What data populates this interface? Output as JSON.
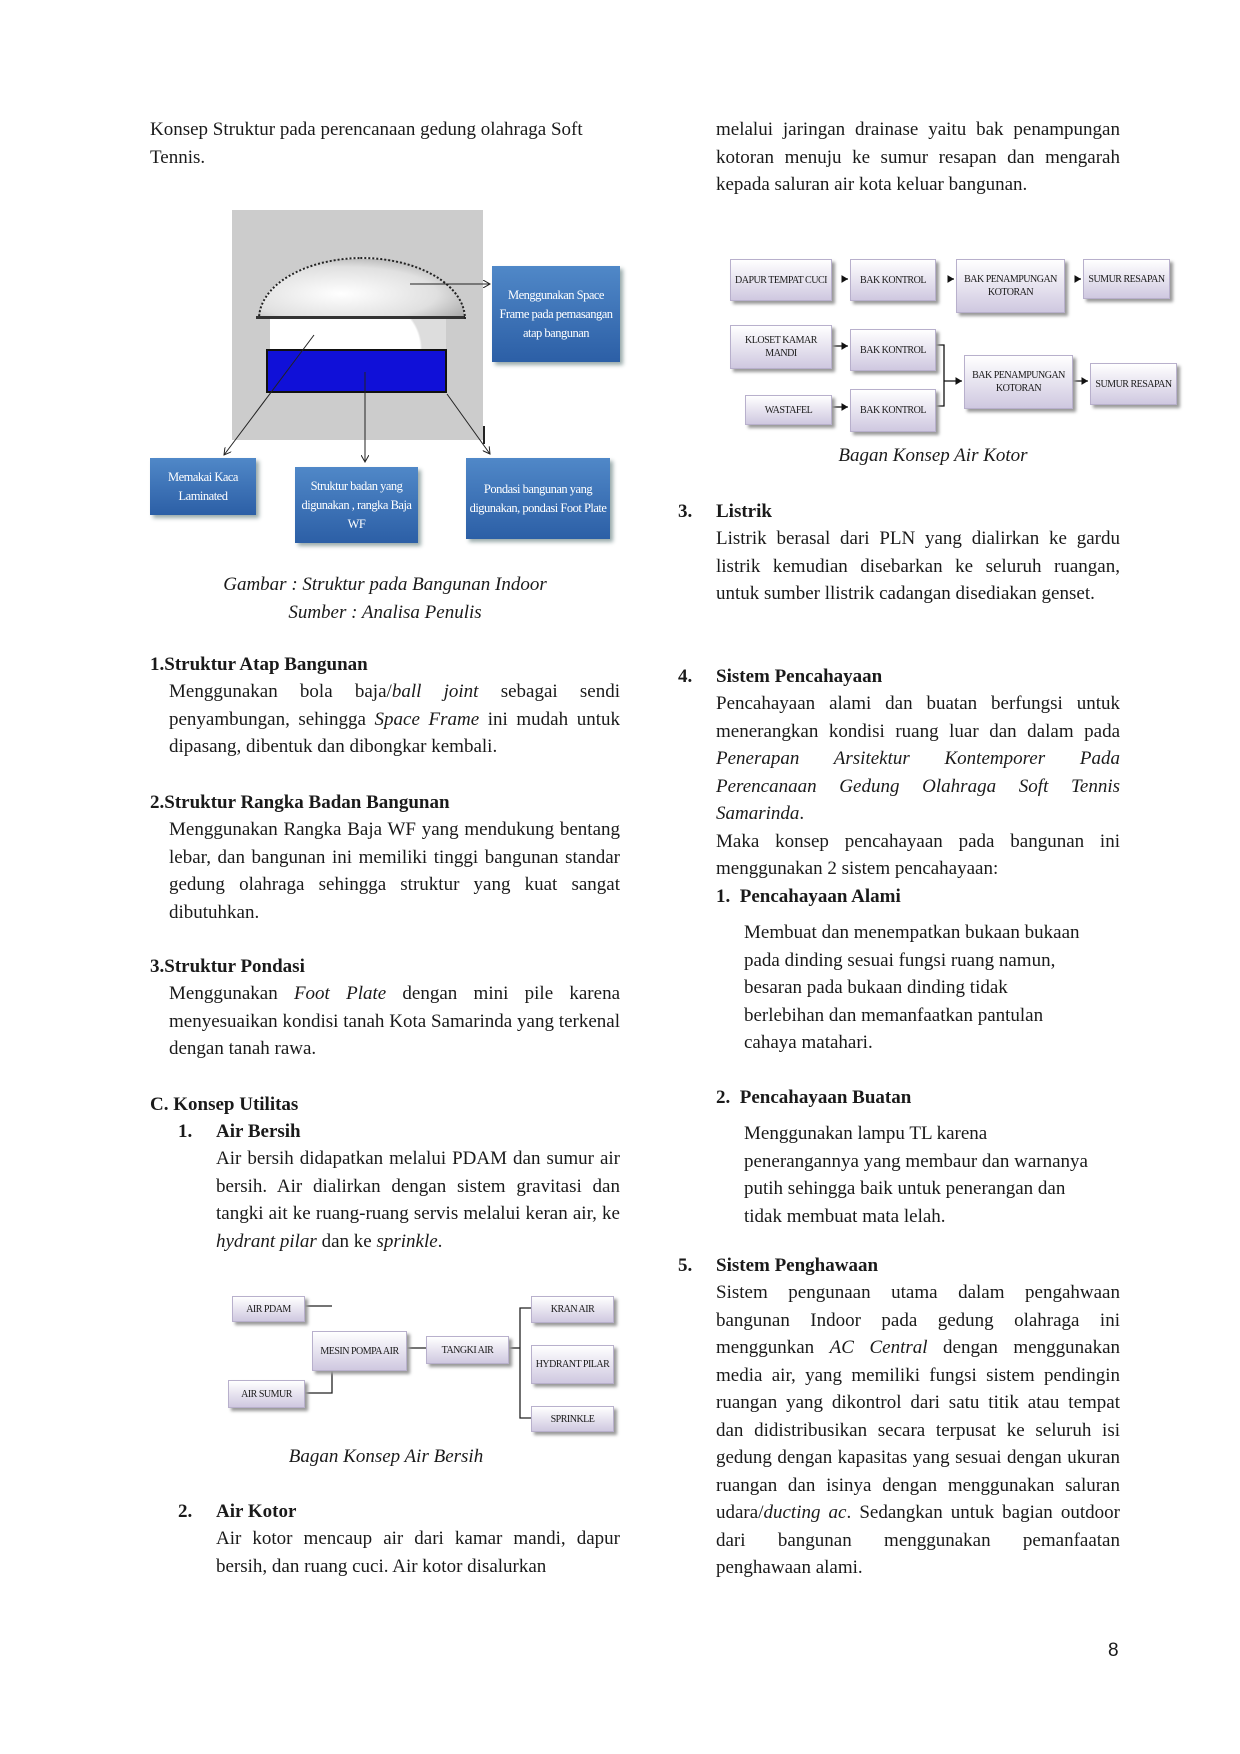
{
  "left": {
    "intro": [
      {
        "t": "Konsep Struktur pada perencanaan gedung olahraga Soft Tennis."
      }
    ],
    "figure": {
      "labels": {
        "roof": "Menggunakan Space Frame pada pemasangan atap bangunan",
        "glass": "Memakai Kaca Laminated",
        "body": "Struktur badan yang digunakan , rangka Baja WF",
        "foundation": "Pondasi bangunan yang digunakan, pondasi Foot Plate"
      },
      "caption1": "Gambar : Struktur pada Bangunan Indoor",
      "caption2": "Sumber : Analisa Penulis"
    },
    "s1": {
      "num": "1.",
      "title": "Struktur Atap Bangunan",
      "para": [
        {
          "t": "Menggunakan bola baja/"
        },
        {
          "t": "ball joint",
          "i": true
        },
        {
          "t": " sebagai sendi penyambungan, sehingga "
        },
        {
          "t": "Space Frame",
          "i": true
        },
        {
          "t": " ini mudah untuk dipasang, dibentuk dan dibongkar kembali."
        }
      ]
    },
    "s2": {
      "num": "2.",
      "title": "Struktur Rangka Badan Bangunan",
      "para": [
        {
          "t": "Menggunakan Rangka Baja WF yang mendukung bentang lebar, dan bangunan ini memiliki tinggi bangunan standar gedung olahraga sehingga struktur yang kuat sangat dibutuhkan."
        }
      ]
    },
    "s3": {
      "num": "3.",
      "title": "Struktur Pondasi",
      "para": [
        {
          "t": "Menggunakan "
        },
        {
          "t": "Foot Plate",
          "i": true
        },
        {
          "t": " dengan mini pile karena menyesuaikan kondisi tanah Kota Samarinda yang terkenal dengan tanah rawa."
        }
      ]
    },
    "c": {
      "num": "C.",
      "title": "Konsep Utilitas"
    },
    "air_bersih": {
      "num": "1.",
      "title": "Air Bersih",
      "para": [
        {
          "t": "Air bersih didapatkan melalui PDAM dan sumur air bersih. Air dialirkan dengan sistem gravitasi dan tangki ait ke ruang-ruang servis melalui keran air, ke "
        },
        {
          "t": "hydrant pilar",
          "i": true
        },
        {
          "t": " dan ke "
        },
        {
          "t": "sprinkle",
          "i": true
        },
        {
          "t": "."
        }
      ],
      "diagram": {
        "air_pdam": "AIR PDAM",
        "air_sumur": "AIR SUMUR",
        "mesin": "MESIN POMPA AIR",
        "tangki": "TANGKI AIR",
        "kran": "KRAN AIR",
        "hydrant": "HYDRANT PILAR",
        "sprinkle": "SPRINKLE"
      },
      "caption": "Bagan Konsep Air Bersih"
    },
    "air_kotor": {
      "num": "2.",
      "title": "Air Kotor",
      "para": [
        {
          "t": "Air kotor mencaup air dari kamar mandi, dapur bersih, dan ruang cuci. Air kotor disalurkan"
        }
      ]
    }
  },
  "right": {
    "intro": [
      {
        "t": "melalui jaringan drainase yaitu bak penampungan kotoran menuju ke sumur resapan dan mengarah kepada saluran air kota keluar bangunan."
      }
    ],
    "diagram": {
      "dapur": "DAPUR TEMPAT CUCI",
      "bak_kontrol": "BAK KONTROL",
      "bak_penampungan": "BAK PENAMPUNGAN KOTORAN",
      "sumur": "SUMUR RESAPAN",
      "kloset": "KLOSET KAMAR MANDI",
      "wastafel": "WASTAFEL"
    },
    "caption": "Bagan Konsep Air Kotor",
    "s3": {
      "num": "3.",
      "title": "Listrik",
      "para": [
        {
          "t": "Listrik berasal dari PLN yang dialirkan ke gardu listrik kemudian disebarkan ke seluruh ruangan, untuk sumber llistrik cadangan disediakan genset."
        }
      ]
    },
    "s4": {
      "num": "4.",
      "title": "Sistem Pencahayaan",
      "para": [
        {
          "t": "Pencahayaan alami dan buatan berfungsi untuk menerangkan kondisi ruang luar dan dalam pada "
        },
        {
          "t": "Penerapan Arsitektur Kontemporer Pada Perencanaan Gedung Olahraga Soft Tennis Samarinda",
          "i": true
        },
        {
          "t": "."
        }
      ],
      "para2": [
        {
          "t": "Maka konsep pencahayaan pada bangunan ini menggunakan 2 sistem pencahayaan:"
        }
      ],
      "sub1": {
        "num": "1.",
        "title": "Pencahayaan Alami",
        "lines": [
          "Membuat dan menempatkan bukaan bukaan",
          "pada dinding  sesuai fungsi ruang namun,",
          "besaran pada bukaan dinding tidak",
          "berlebihan dan memanfaatkan pantulan",
          "cahaya matahari."
        ]
      },
      "sub2": {
        "num": "2.",
        "title": "Pencahayaan Buatan",
        "lines": [
          "Menggunakan lampu TL karena",
          "penerangannya yang membaur dan warnanya",
          "putih sehingga baik untuk penerangan dan",
          "tidak membuat mata lelah."
        ]
      }
    },
    "s5": {
      "num": "5.",
      "title": "Sistem Penghawaan",
      "para": [
        {
          "t": "Sistem pengunaan utama dalam pengahwaan bangunan Indoor pada gedung olahraga ini menggunkan "
        },
        {
          "t": "AC Central",
          "i": true
        },
        {
          "t": " dengan menggunakan media air, yang memiliki fungsi sistem pendingin ruangan yang dikontrol dari satu titik atau tempat dan didistribusikan secara terpusat ke seluruh isi gedung dengan kapasitas yang sesuai dengan ukuran ruangan dan isinya dengan menggunakan saluran udara/"
        },
        {
          "t": "ducting ac",
          "i": true
        },
        {
          "t": ". Sedangkan untuk bagian outdoor dari bangunan menggunakan pemanfaatan penghawaan alami."
        }
      ]
    }
  },
  "page_number": "8"
}
